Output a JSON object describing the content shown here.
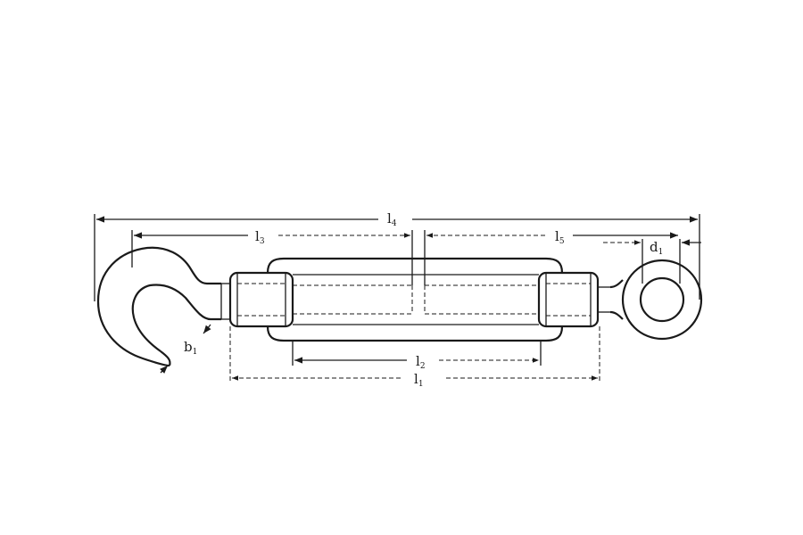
{
  "dimensions": [
    {
      "id": "l4",
      "base": "l",
      "sub": "4"
    },
    {
      "id": "l3",
      "base": "l",
      "sub": "3"
    },
    {
      "id": "l5",
      "base": "l",
      "sub": "5"
    },
    {
      "id": "d1",
      "base": "d",
      "sub": "1"
    },
    {
      "id": "b1",
      "base": "b",
      "sub": "1"
    },
    {
      "id": "l2",
      "base": "l",
      "sub": "2"
    },
    {
      "id": "l1",
      "base": "l",
      "sub": "1"
    }
  ]
}
